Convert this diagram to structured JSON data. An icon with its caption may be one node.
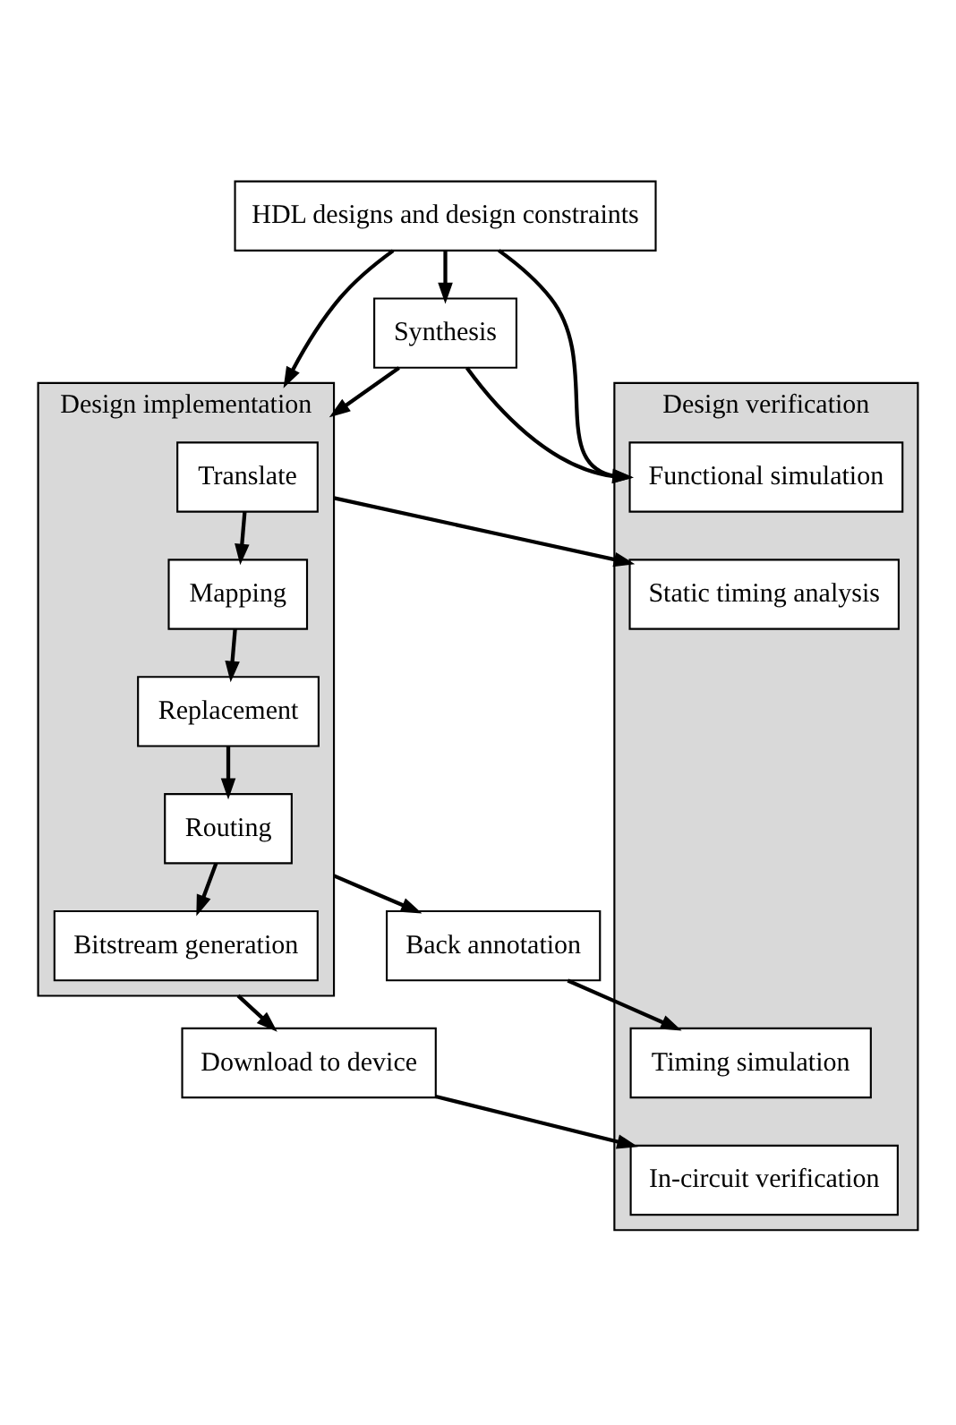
{
  "diagram": {
    "nodes": [
      {
        "text": [
          "HDL designs and design constraints"
        ]
      },
      {
        "text": [
          "Synthesis"
        ]
      },
      {
        "text": [
          "Design implementation"
        ]
      },
      {
        "text": [
          "Translate"
        ],
        "in": 2
      },
      {
        "text": [
          "Mapping"
        ],
        "in": 2
      },
      {
        "text": [
          "Replacement"
        ],
        "in": 2
      },
      {
        "text": [
          "Routing"
        ],
        "in": 2
      },
      {
        "text": [
          "Bitstream generation"
        ],
        "in": 2
      },
      {
        "text": [
          "Back annotation"
        ]
      },
      {
        "text": [
          "Download to device"
        ]
      },
      {
        "text": [
          "Design verification"
        ]
      },
      {
        "text": [
          "Functional simulation"
        ],
        "in": 10
      },
      {
        "text": [
          "Static timing analysis"
        ],
        "in": 10
      },
      {
        "text": [
          "Timing simulation"
        ],
        "in": 10
      },
      {
        "text": [
          "In-circuit verification"
        ],
        "in": 10
      }
    ],
    "edges": [
      {
        "from": 0,
        "to": 11,
        "arrow": "to"
      },
      {
        "from": 0,
        "to": 1,
        "arrow": "to"
      },
      {
        "from": 0,
        "to": 2,
        "arrow": "to"
      },
      {
        "from": 1,
        "to": 11,
        "arrow": "to"
      },
      {
        "from": 1,
        "to": 2,
        "arrow": "to"
      },
      {
        "from": 2,
        "to": 12,
        "arrow": "to"
      },
      {
        "from": 3,
        "to": 4,
        "arrow": "to"
      },
      {
        "from": 4,
        "to": 5,
        "arrow": "to"
      },
      {
        "from": 5,
        "to": 6,
        "arrow": "to"
      },
      {
        "from": 6,
        "to": 7,
        "arrow": "to"
      },
      {
        "from": 2,
        "to": 8,
        "arrow": "to"
      },
      {
        "from": 8,
        "to": 13,
        "arrow": "to"
      },
      {
        "from": 2,
        "to": 9,
        "arrow": "to"
      },
      {
        "from": 9,
        "to": 14,
        "arrow": "to"
      }
    ]
  }
}
